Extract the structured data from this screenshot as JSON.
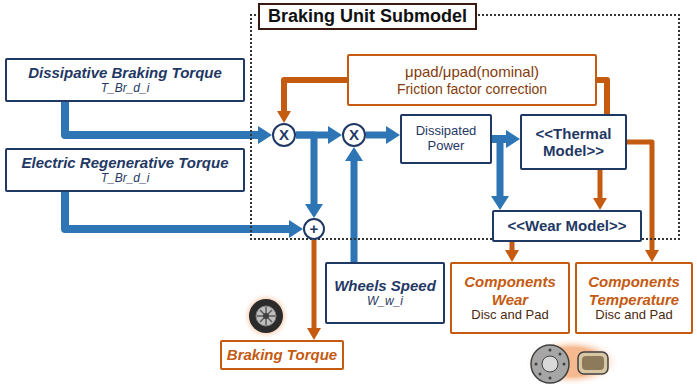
{
  "diagram": {
    "nodes": [
      {
        "text": [
          "Braking Unit Submodel"
        ]
      },
      {
        "text": [
          "Dissipative Braking Torque",
          "T_Br_d_i"
        ]
      },
      {
        "text": [
          "Electric Regenerative Torque",
          "T_Br_d_i"
        ]
      },
      {
        "text": [
          "μpad/μpad(nominal)",
          "Friction factor correction"
        ],
        "in": 0
      },
      {
        "text": [
          "X"
        ],
        "in": 0
      },
      {
        "text": [
          "X"
        ],
        "in": 0
      },
      {
        "text": [
          "Dissipated Power"
        ],
        "in": 0
      },
      {
        "text": [
          "<<Thermal Model>>"
        ],
        "in": 0
      },
      {
        "text": [
          "+"
        ],
        "in": 0
      },
      {
        "text": [
          "<<Wear Model>>"
        ],
        "in": 0
      },
      {
        "text": [
          "Wheels Speed",
          "W_w_i"
        ]
      },
      {
        "text": [
          "Braking Torque"
        ]
      },
      {
        "text": [
          "Components Wear",
          "Disc and Pad"
        ]
      },
      {
        "text": [
          "Components Temperature",
          "Disc and Pad"
        ]
      }
    ],
    "edges": [
      {
        "from": 1,
        "to": 4,
        "arrow": "to"
      },
      {
        "from": 2,
        "to": 8,
        "arrow": "to"
      },
      {
        "from": 4,
        "to": 5,
        "arrow": "to"
      },
      {
        "from": 4,
        "to": 8,
        "arrow": "to"
      },
      {
        "from": 10,
        "to": 5,
        "arrow": "to"
      },
      {
        "from": 5,
        "to": 6,
        "arrow": "to"
      },
      {
        "from": 6,
        "to": 7,
        "arrow": "to"
      },
      {
        "from": 6,
        "to": 9,
        "arrow": "to"
      },
      {
        "from": 7,
        "to": 3,
        "arrow": "none"
      },
      {
        "from": 3,
        "to": 4,
        "arrow": "to"
      },
      {
        "from": 7,
        "to": 9,
        "arrow": "to"
      },
      {
        "from": 7,
        "to": 13,
        "arrow": "to"
      },
      {
        "from": 9,
        "to": 12,
        "arrow": "to"
      },
      {
        "from": 8,
        "to": 11,
        "arrow": "to"
      }
    ]
  }
}
